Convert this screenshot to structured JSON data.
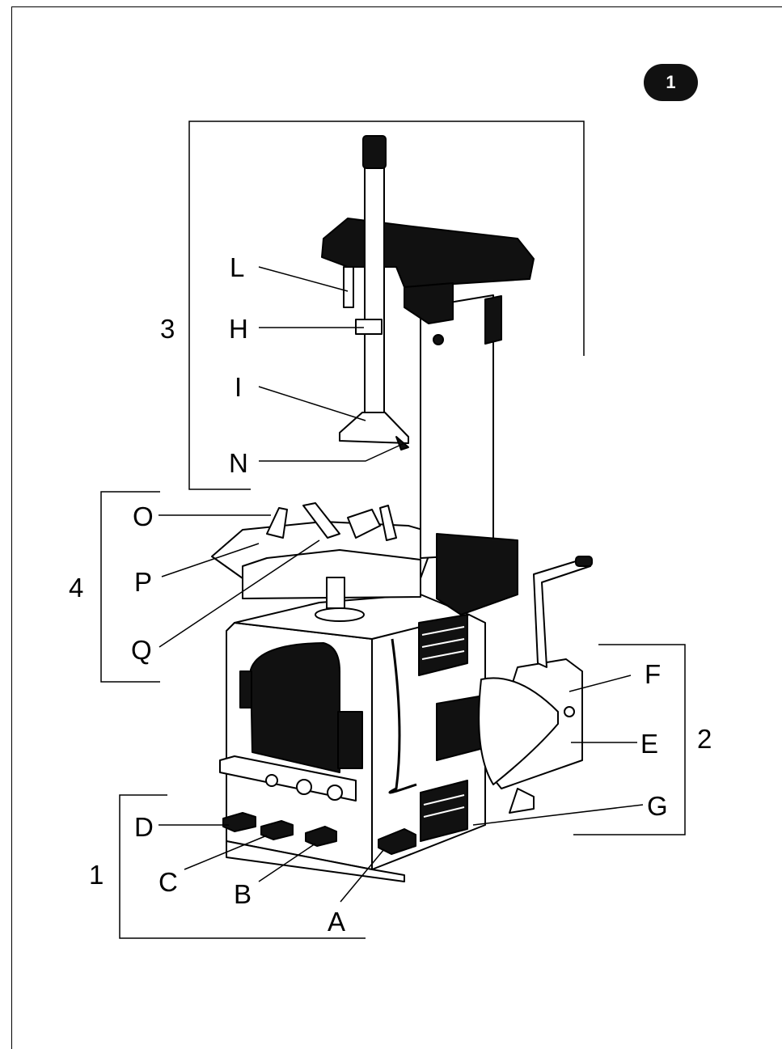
{
  "figure": {
    "number": "1"
  },
  "groups": {
    "g1": "1",
    "g2": "2",
    "g3": "3",
    "g4": "4"
  },
  "callouts": {
    "A": "A",
    "B": "B",
    "C": "C",
    "D": "D",
    "E": "E",
    "F": "F",
    "G": "G",
    "H": "H",
    "I": "I",
    "L": "L",
    "N": "N",
    "O": "O",
    "P": "P",
    "Q": "Q"
  },
  "colors": {
    "ink": "#000000",
    "paper": "#ffffff",
    "dark": "#111111",
    "shade": "#d9d9d9"
  }
}
